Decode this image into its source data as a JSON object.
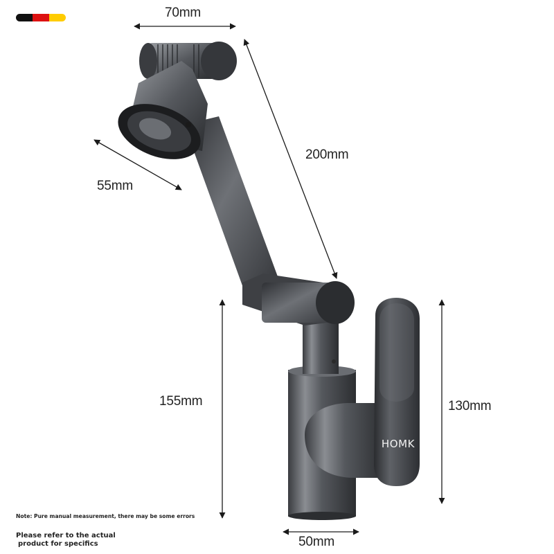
{
  "colors": {
    "flag_black": "#111111",
    "flag_red": "#dd1111",
    "flag_gold": "#ffcc00",
    "faucet_metal": "#4a4d52",
    "arrow": "#1a1a1a"
  },
  "dimensions": {
    "top_width": "70mm",
    "aerator_diameter": "55mm",
    "arm_length": "200mm",
    "body_height": "155mm",
    "handle_height": "130mm",
    "base_width": "50mm"
  },
  "brand": "HOMK",
  "notes": {
    "measurement": "Note: Pure manual measurement, there may be some errors",
    "refer_line1": "Please refer to the actual",
    "refer_line2": "product for specifics"
  }
}
